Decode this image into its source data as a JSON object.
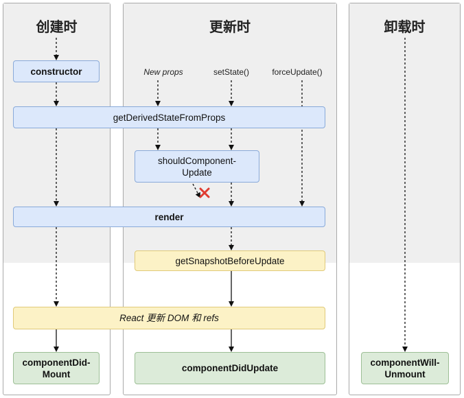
{
  "phases": {
    "mounting": {
      "title": "创建时"
    },
    "updating": {
      "title": "更新时"
    },
    "unmounting": {
      "title": "卸载时"
    }
  },
  "triggers": {
    "new_props": "New props",
    "set_state": "setState()",
    "force_update": "forceUpdate()"
  },
  "nodes": {
    "constructor": "constructor",
    "get_derived_state_from_props": "getDerivedStateFromProps",
    "should_component_update": "shouldComponent-Update",
    "render": "render",
    "get_snapshot_before_update": "getSnapshotBeforeUpdate",
    "react_updates_dom": "React 更新 DOM 和 refs",
    "component_did_mount": "componentDid-Mount",
    "component_did_update": "componentDidUpdate",
    "component_will_unmount": "componentWill-Unmount"
  },
  "colors": {
    "method_box": "#dce8fb",
    "commit_box": "#fcf2c6",
    "lifecycle_end_box": "#dcebd9",
    "cancel_mark": "#e03c31"
  }
}
